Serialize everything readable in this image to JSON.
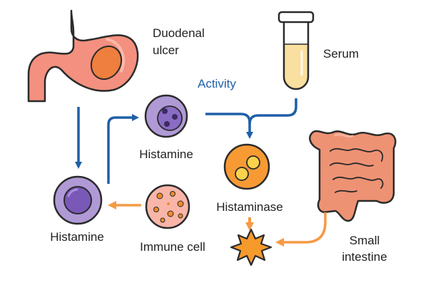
{
  "labels": {
    "duodenal_ulcer_line1": "Duodenal",
    "duodenal_ulcer_line2": "ulcer",
    "serum": "Serum",
    "activity": "Activity",
    "histamine_top": "Histamine",
    "histamine_left": "Histamine",
    "histaminase": "Histaminase",
    "immune_cell": "Immune cell",
    "small_intestine_line1": "Small",
    "small_intestine_line2": "intestine"
  },
  "icons": {
    "stomach": "stomach-icon",
    "ulcer": "ulcer-lesion-icon",
    "serum_tube": "test-tube-icon",
    "cell_histamine_top": "histamine-cell-icon",
    "cell_histamine_left": "histamine-cell-icon",
    "cell_histaminase": "histaminase-icon",
    "cell_immune": "immune-cell-icon",
    "intestine": "small-intestine-icon",
    "burst": "burst-star-icon"
  },
  "colors": {
    "outline": "#2b2b2b",
    "stomach": "#f4907f",
    "ulcer": "#ee7f3e",
    "serum": "#f9dfa0",
    "histamine_cell": "#b09ad6",
    "histamine_nucleus": "#7a58b8",
    "histaminase": "#f79a34",
    "histaminase_core": "#fcd24c",
    "immune_cell": "#f9b6a8",
    "immune_dots": "#f08a2a",
    "intestine": "#ee9274",
    "burst": "#f79a2c",
    "arrow_blue": "#1f5fa8",
    "arrow_orange": "#f59a45",
    "text_blue": "#1f5fa8",
    "text": "#222222"
  }
}
